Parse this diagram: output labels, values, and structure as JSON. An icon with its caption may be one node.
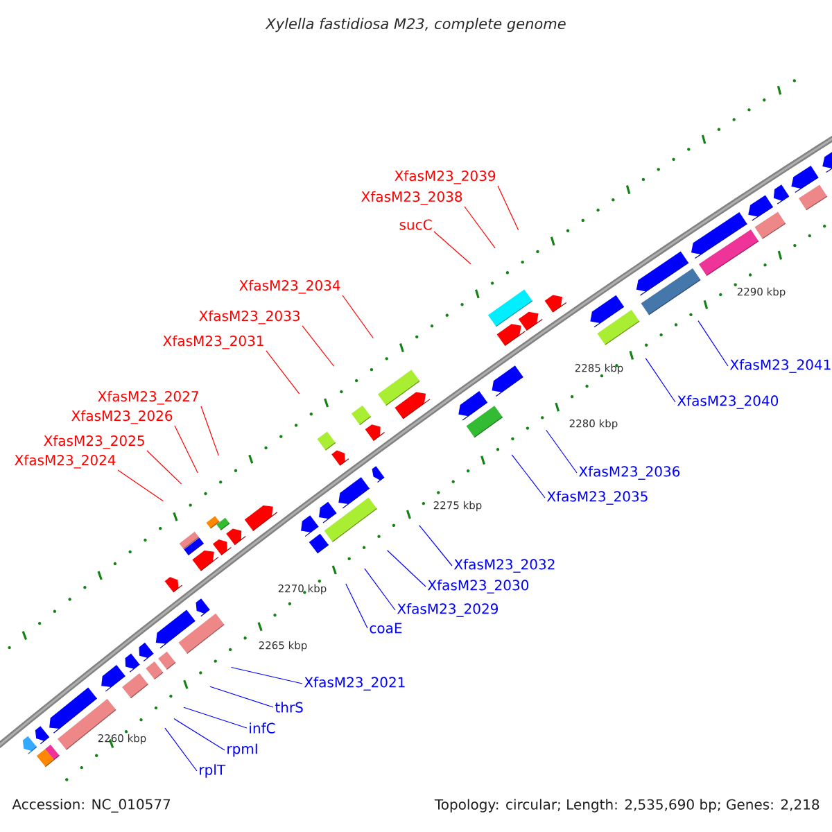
{
  "diagram": {
    "title": "Xylella fastidiosa M23, complete genome",
    "nodes": [
      {
        "text": [
          "XfasM23_2039"
        ]
      },
      {
        "text": [
          "XfasM23_2038"
        ]
      },
      {
        "text": [
          "sucC"
        ]
      },
      {
        "text": [
          "XfasM23_2034"
        ]
      },
      {
        "text": [
          "XfasM23_2033"
        ]
      },
      {
        "text": [
          "XfasM23_2031"
        ]
      },
      {
        "text": [
          "XfasM23_2041"
        ]
      },
      {
        "text": [
          "XfasM23_2027"
        ]
      },
      {
        "text": [
          "XfasM23_2040"
        ]
      },
      {
        "text": [
          "XfasM23_2026"
        ]
      },
      {
        "text": [
          "XfasM23_2025"
        ]
      },
      {
        "text": [
          "XfasM23_2024"
        ]
      },
      {
        "text": [
          "XfasM23_2036"
        ]
      },
      {
        "text": [
          "XfasM23_2035"
        ]
      },
      {
        "text": [
          "XfasM23_2032"
        ]
      },
      {
        "text": [
          "XfasM23_2030"
        ]
      },
      {
        "text": [
          "XfasM23_2029"
        ]
      },
      {
        "text": [
          "coaE"
        ]
      },
      {
        "text": [
          "XfasM23_2021"
        ]
      },
      {
        "text": [
          "thrS"
        ]
      },
      {
        "text": [
          "infC"
        ]
      },
      {
        "text": [
          "rpmI"
        ]
      },
      {
        "text": [
          "rplT"
        ]
      }
    ],
    "edges": [
      {
        "from": 0,
        "to": null,
        "arrow": "none",
        "color": "#ff0000"
      },
      {
        "from": 1,
        "to": null,
        "arrow": "none",
        "color": "#ff0000"
      },
      {
        "from": 2,
        "to": null,
        "arrow": "none",
        "color": "#ff0000"
      },
      {
        "from": 3,
        "to": null,
        "arrow": "none",
        "color": "#ff0000"
      },
      {
        "from": 4,
        "to": null,
        "arrow": "none",
        "color": "#ff0000"
      },
      {
        "from": 5,
        "to": null,
        "arrow": "none",
        "color": "#ff0000"
      },
      {
        "from": 6,
        "to": null,
        "arrow": "none"
      },
      {
        "from": 7,
        "to": null,
        "arrow": "none",
        "color": "#ff0000"
      },
      {
        "from": 8,
        "to": null,
        "arrow": "none"
      },
      {
        "from": 9,
        "to": null,
        "arrow": "none",
        "color": "#ff0000"
      },
      {
        "from": 10,
        "to": null,
        "arrow": "none",
        "color": "#ff0000"
      },
      {
        "from": 11,
        "to": null,
        "arrow": "none",
        "color": "#ff0000"
      },
      {
        "from": 12,
        "to": null,
        "arrow": "none"
      },
      {
        "from": 13,
        "to": null,
        "arrow": "none"
      },
      {
        "from": 14,
        "to": null,
        "arrow": "none"
      },
      {
        "from": 15,
        "to": null,
        "arrow": "none"
      },
      {
        "from": 16,
        "to": null,
        "arrow": "none"
      },
      {
        "from": 17,
        "to": null,
        "arrow": "none"
      },
      {
        "from": 18,
        "to": null,
        "arrow": "none"
      },
      {
        "from": 19,
        "to": null,
        "arrow": "none"
      },
      {
        "from": 20,
        "to": null,
        "arrow": "none"
      },
      {
        "from": 21,
        "to": null,
        "arrow": "none"
      },
      {
        "from": 22,
        "to": null,
        "arrow": "none"
      }
    ],
    "labels": [
      "2290 kbp",
      "2285 kbp",
      "2280 kbp",
      "2275 kbp",
      "2270 kbp",
      "2265 kbp",
      "2260 kbp",
      "Accession: NC_010577",
      "Topology: circular; Length: 2,535,690 bp; Genes: 2,218"
    ]
  }
}
